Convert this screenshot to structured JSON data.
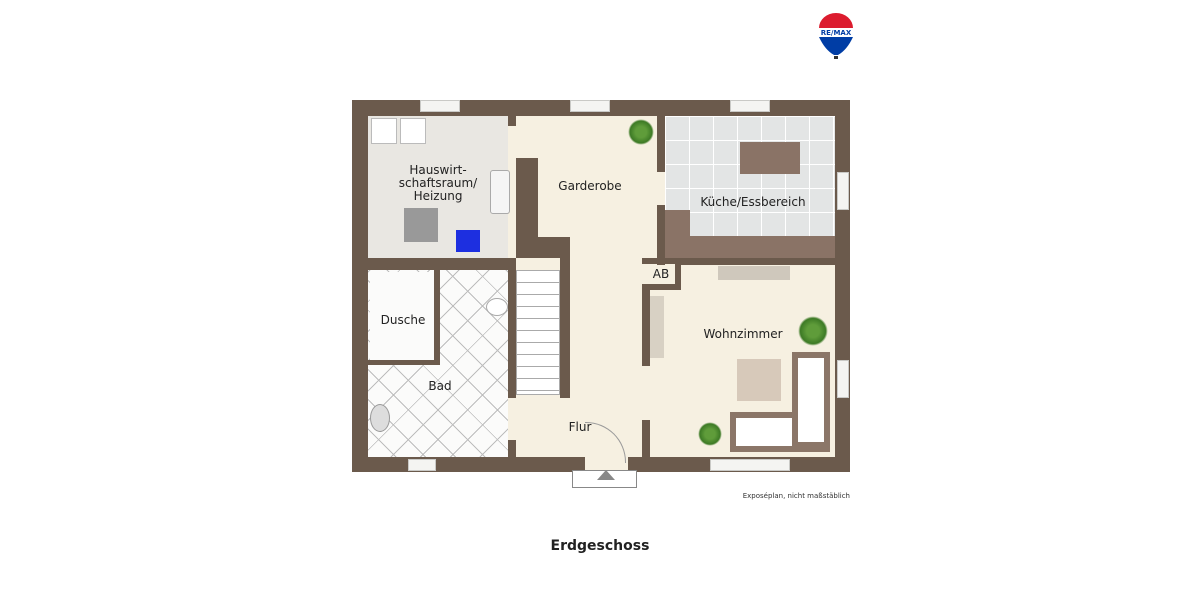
{
  "logo": {
    "text": "RE/MAX",
    "colors": {
      "red": "#dc1c2e",
      "blue": "#003da5"
    }
  },
  "rooms": {
    "hauswirtschaftsraum": "Hauswirt-\nschaftsraum/\nHeizung",
    "garderobe": "Garderobe",
    "kueche": "Küche/Essbereich",
    "ab": "AB",
    "dusche": "Dusche",
    "bad": "Bad",
    "wohnzimmer": "Wohnzimmer",
    "flur": "Flur"
  },
  "note": "Exposéplan, nicht maßstäblich",
  "title": "Erdgeschoss",
  "colors": {
    "wall": "#6b5a4c",
    "floor": "#f6f0e1",
    "tile": "#e3e5e5"
  }
}
